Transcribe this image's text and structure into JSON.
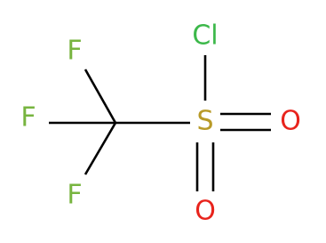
{
  "molecule": {
    "atoms": {
      "f_top": {
        "symbol": "F",
        "color": "#77b43f"
      },
      "f_mid": {
        "symbol": "F",
        "color": "#77b43f"
      },
      "f_bot": {
        "symbol": "F",
        "color": "#77b43f"
      },
      "cl": {
        "symbol": "Cl",
        "color": "#3cb84a"
      },
      "s": {
        "symbol": "S",
        "color": "#b89a28"
      },
      "o_right": {
        "symbol": "O",
        "color": "#e8231c"
      },
      "o_bottom": {
        "symbol": "O",
        "color": "#e8231c"
      }
    },
    "bond_color": "#000000"
  }
}
